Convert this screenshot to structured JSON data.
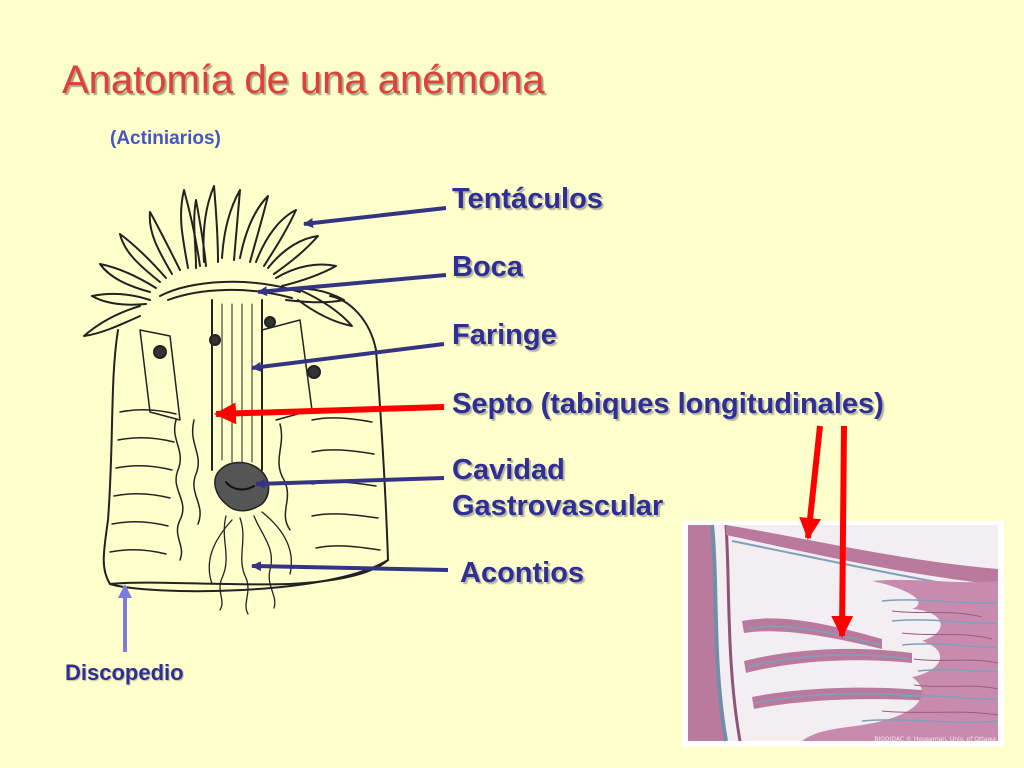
{
  "slide": {
    "title": "Anatomía de una anémona",
    "subtitle": "(Actiniarios)"
  },
  "labels": {
    "tentaculos": "Tentáculos",
    "boca": "Boca",
    "faringe": "Faringe",
    "septo": "Septo (tabiques longitudinales)",
    "cavidad_line1": "Cavidad",
    "cavidad_line2": "Gastrovascular",
    "acontios": "Acontios",
    "discopedio": "Discopedio"
  },
  "micrograph": {
    "credit": "BIODIDAC © Houseman, Univ. of Ottawa"
  },
  "colors": {
    "background": "#FFFFCC",
    "title": "#E0403A",
    "label": "#2E2E96",
    "pointer_line": "#343484",
    "highlight_arrow": "#FF0000",
    "tissue": "#B97A9E"
  }
}
